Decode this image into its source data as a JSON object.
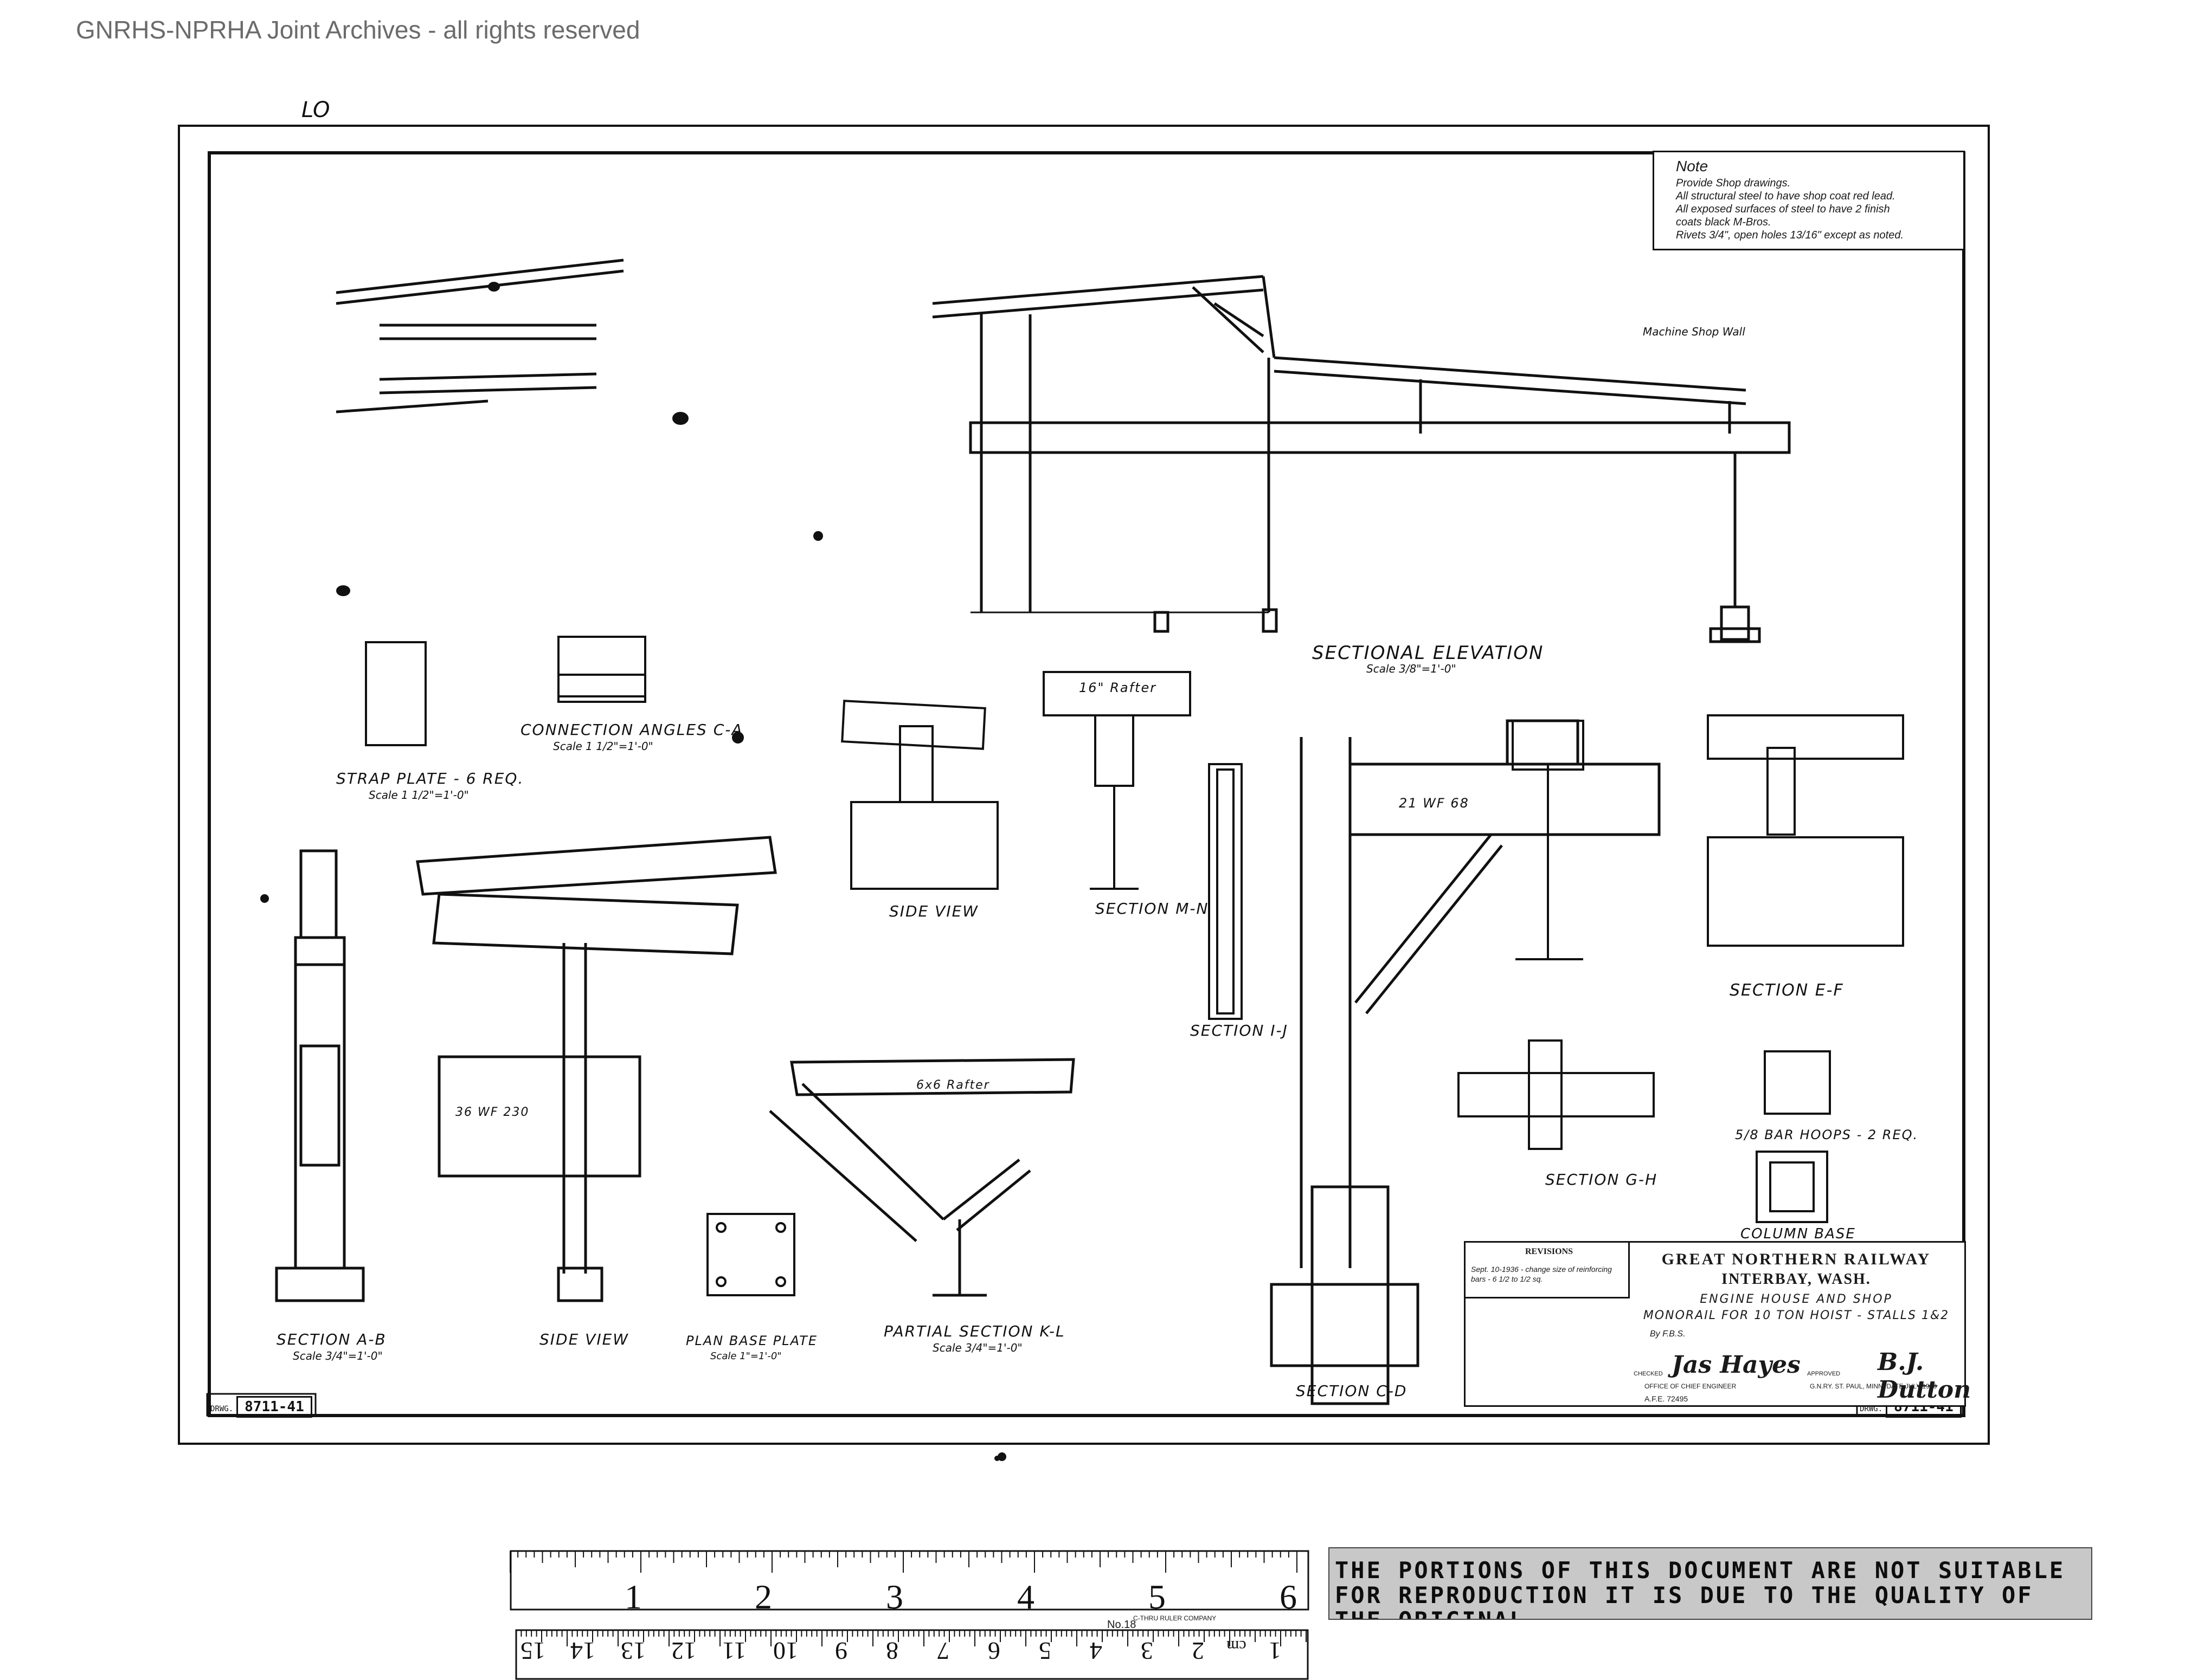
{
  "archive_label": "GNRHS-NPRHA Joint Archives - all rights reserved",
  "corner_mark": "LO",
  "note": {
    "title": "Note",
    "lines": [
      "Provide Shop drawings.",
      "All structural steel to have shop coat red lead.",
      "All exposed surfaces of steel to have 2 finish",
      "coats black M-Bros.",
      "Rivets 3/4\", open holes 13/16\" except as noted."
    ]
  },
  "view_labels": {
    "sectional_elevation": "SECTIONAL ELEVATION",
    "sectional_elevation_scale": "Scale 3/8\"=1'-0\"",
    "strap_plate": "STRAP PLATE - 6 REQ.",
    "strap_plate_scale": "Scale 1 1/2\"=1'-0\"",
    "connection_angles": "CONNECTION ANGLES C-A",
    "connection_angles_scale": "Scale 1 1/2\"=1'-0\"",
    "side_view_small": "SIDE VIEW",
    "section_mn": "SECTION M-N",
    "section_ij": "SECTION I-J",
    "section_ef": "SECTION E-F",
    "section_ab": "SECTION A-B",
    "section_ab_scale": "Scale 3/4\"=1'-0\"",
    "side_view": "SIDE VIEW",
    "plan_base_plate": "PLAN BASE PLATE",
    "plan_base_plate_scale": "Scale 1\"=1'-0\"",
    "partial_section_kl": "PARTIAL SECTION K-L",
    "partial_section_kl_scale": "Scale 3/4\"=1'-0\"",
    "section_gh": "SECTION G-H",
    "section_cd": "SECTION C-D",
    "column_base": "COLUMN BASE",
    "bar_hoops": "5/8 BAR HOOPS - 2 REQ.",
    "machine_shop_wall": "Machine Shop Wall",
    "rafter_16": "16\" Rafter",
    "rafter_6x6": "6x6 Rafter",
    "wf_21": "21 WF 68",
    "wf_36": "36 WF 230"
  },
  "drwg": {
    "label": "DRWG.",
    "number": "8711-41"
  },
  "title_block": {
    "revisions_head": "REVISIONS",
    "revisions_text": "Sept. 10-1936 - change size of reinforcing bars - 6 1/2 to 1/2 sq.",
    "company": "GREAT NORTHERN RAILWAY",
    "place": "INTERBAY, WASH.",
    "title_1": "ENGINE HOUSE AND SHOP",
    "title_2": "MONORAIL FOR 10 TON HOIST - STALLS 1&2",
    "drawn_by": "By F.B.S.",
    "checked_label": "CHECKED",
    "checked_sig": "Jas Hayes",
    "approved_label": "APPROVED",
    "approved_sig": "B.J. Dutton",
    "office": "OFFICE OF CHIEF ENGINEER",
    "gnry": "G.N.RY. ST. PAUL, MINN. DATE JULY 1936",
    "afe": "A.F.E. 72495"
  },
  "ruler": {
    "inch_numbers": [
      "1",
      "2",
      "3",
      "4",
      "5",
      "6"
    ],
    "cm_numbers": [
      "1",
      "2",
      "3",
      "4",
      "5",
      "6",
      "7",
      "8",
      "9",
      "10",
      "11",
      "12",
      "13",
      "14",
      "15"
    ],
    "cm_unit": "cm",
    "number_label": "No.18",
    "brand": "C-THRU RULER COMPANY"
  },
  "warning": "THE PORTIONS OF THIS DOCUMENT ARE NOT SUITABLE FOR REPRODUCTION IT IS DUE TO THE QUALITY OF THE ORIGINAL."
}
